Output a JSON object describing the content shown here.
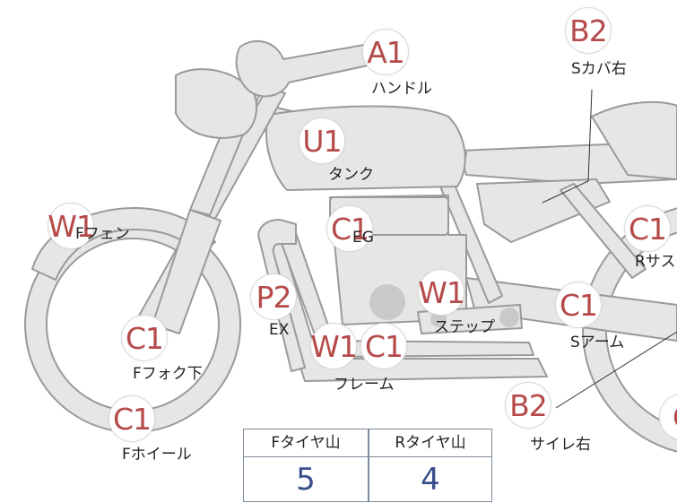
{
  "colors": {
    "badge_text": "#b54a4a",
    "bike_fill": "#e6e6e4",
    "bike_stroke": "#9a9a9a",
    "table_border": "#7a8a9a",
    "table_value": "#3a4e8c"
  },
  "parts": [
    {
      "id": "handle",
      "code": "A1",
      "label": "ハンドル"
    },
    {
      "id": "side-cover-right",
      "code": "B2",
      "label": "Sカバ右"
    },
    {
      "id": "tank",
      "code": "U1",
      "label": "タンク"
    },
    {
      "id": "front-fender",
      "code": "W1",
      "label": "Fフェン"
    },
    {
      "id": "engine",
      "code": "C1",
      "label": "EG"
    },
    {
      "id": "rear-suspension",
      "code": "C1",
      "label": "Rサス"
    },
    {
      "id": "exhaust",
      "code": "P2",
      "label": "EX"
    },
    {
      "id": "step",
      "code": "W1",
      "label": "ステップ"
    },
    {
      "id": "swing-arm",
      "code": "C1",
      "label": "Sアーム"
    },
    {
      "id": "front-fork-lower",
      "code": "C1",
      "label": "Fフォク下"
    },
    {
      "id": "frame",
      "codes": [
        "W1",
        "C1"
      ],
      "label": "フレーム"
    },
    {
      "id": "front-wheel",
      "code": "C1",
      "label": "Fホイール"
    },
    {
      "id": "silencer-right",
      "code": "B2",
      "label": "サイレ右"
    },
    {
      "id": "rear-wheel",
      "code": "C"
    }
  ],
  "tire_table": {
    "headers": [
      "Fタイヤ山",
      "Rタイヤ山"
    ],
    "values": [
      "5",
      "4"
    ]
  }
}
